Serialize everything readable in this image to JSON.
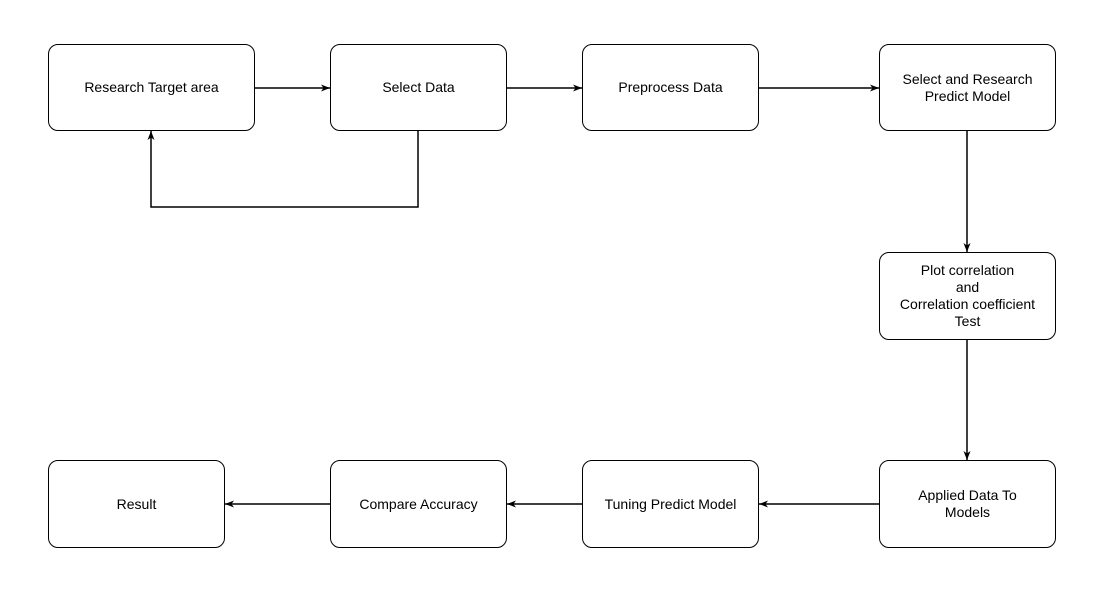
{
  "diagram": {
    "nodes": [
      {
        "id": "research_target",
        "label": "Research Target area"
      },
      {
        "id": "select_data",
        "label": "Select Data"
      },
      {
        "id": "preprocess_data",
        "label": "Preprocess Data"
      },
      {
        "id": "select_model",
        "label": "Select and Research\nPredict Model"
      },
      {
        "id": "plot_correlation",
        "label": "Plot correlation\nand\nCorrelation coefficient\nTest"
      },
      {
        "id": "applied_data",
        "label": "Applied Data To\nModels"
      },
      {
        "id": "tuning_model",
        "label": "Tuning Predict Model"
      },
      {
        "id": "compare_accuracy",
        "label": "Compare Accuracy"
      },
      {
        "id": "result",
        "label": "Result"
      }
    ],
    "edges": [
      {
        "from": "research_target",
        "to": "select_data"
      },
      {
        "from": "select_data",
        "to": "research_target"
      },
      {
        "from": "select_data",
        "to": "preprocess_data"
      },
      {
        "from": "preprocess_data",
        "to": "select_model"
      },
      {
        "from": "select_model",
        "to": "plot_correlation"
      },
      {
        "from": "plot_correlation",
        "to": "applied_data"
      },
      {
        "from": "applied_data",
        "to": "tuning_model"
      },
      {
        "from": "tuning_model",
        "to": "compare_accuracy"
      },
      {
        "from": "compare_accuracy",
        "to": "result"
      }
    ]
  },
  "colors": {
    "stroke": "#000000",
    "fill": "#ffffff",
    "text": "#000000"
  }
}
